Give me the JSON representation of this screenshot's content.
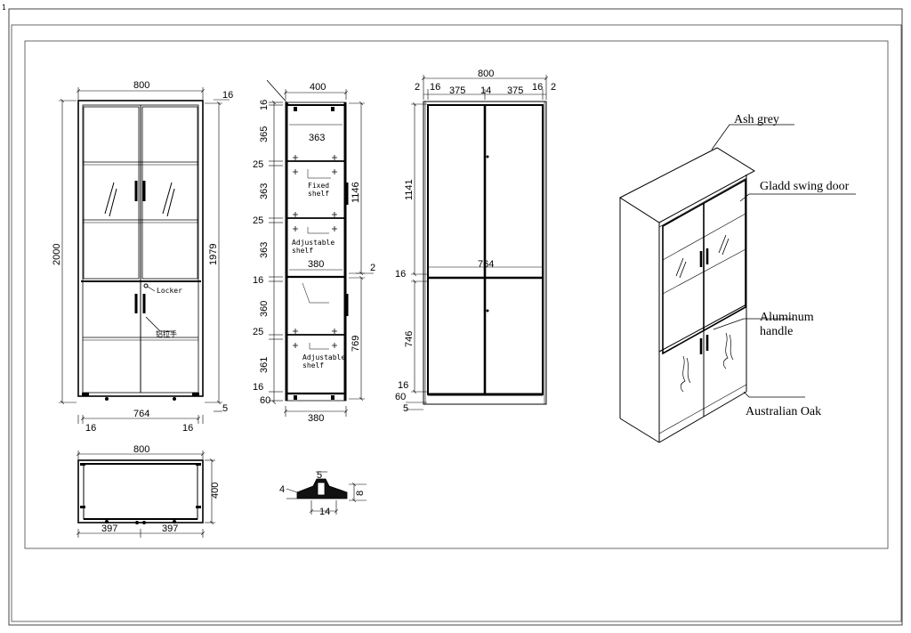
{
  "front_view": {
    "width": "800",
    "height": "2000",
    "inner_height": "1979",
    "base_width": "764",
    "side_thickness_left": "16",
    "side_thickness_right": "16",
    "top_thickness": "16",
    "bottom_gap": "5",
    "locker_label": "Locker",
    "handle_label": "铝拉手"
  },
  "plan_view": {
    "width": "800",
    "depth": "400",
    "half_left": "397",
    "half_right": "397"
  },
  "side_section": {
    "depth": "400",
    "inner_width_top": "363",
    "inner_width_mid": "380",
    "inner_width_bottom": "380",
    "upper_height": "1146",
    "lower_height": "769",
    "divider_offset": "2",
    "segments": [
      "16",
      "365",
      "25",
      "363",
      "25",
      "363",
      "16",
      "360",
      "25",
      "361",
      "16",
      "60"
    ],
    "fixed_shelf": "Fixed\nshelf",
    "adjustable_shelf_1": "Adjustable\nshelf",
    "adjustable_shelf_2": "Adjustable\nshelf"
  },
  "door_view": {
    "width": "800",
    "left_margin": "2",
    "left_side": "16",
    "door_left": "375",
    "gap": "14",
    "door_right": "375",
    "right_side": "16",
    "right_margin": "2",
    "upper_height": "1141",
    "mid_rail": "16",
    "lower_height": "746",
    "base_top": "16",
    "base": "60",
    "base_gap": "5",
    "inner_width": "764"
  },
  "profile_detail": {
    "top": "5",
    "left": "4",
    "height": "8",
    "width": "14"
  },
  "perspective": {
    "callouts": [
      "Ash grey",
      "Gladd swing door",
      "Aluminum\nhandle",
      "Australian Oak"
    ]
  },
  "page_marks": {
    "corner_tick": "1"
  }
}
